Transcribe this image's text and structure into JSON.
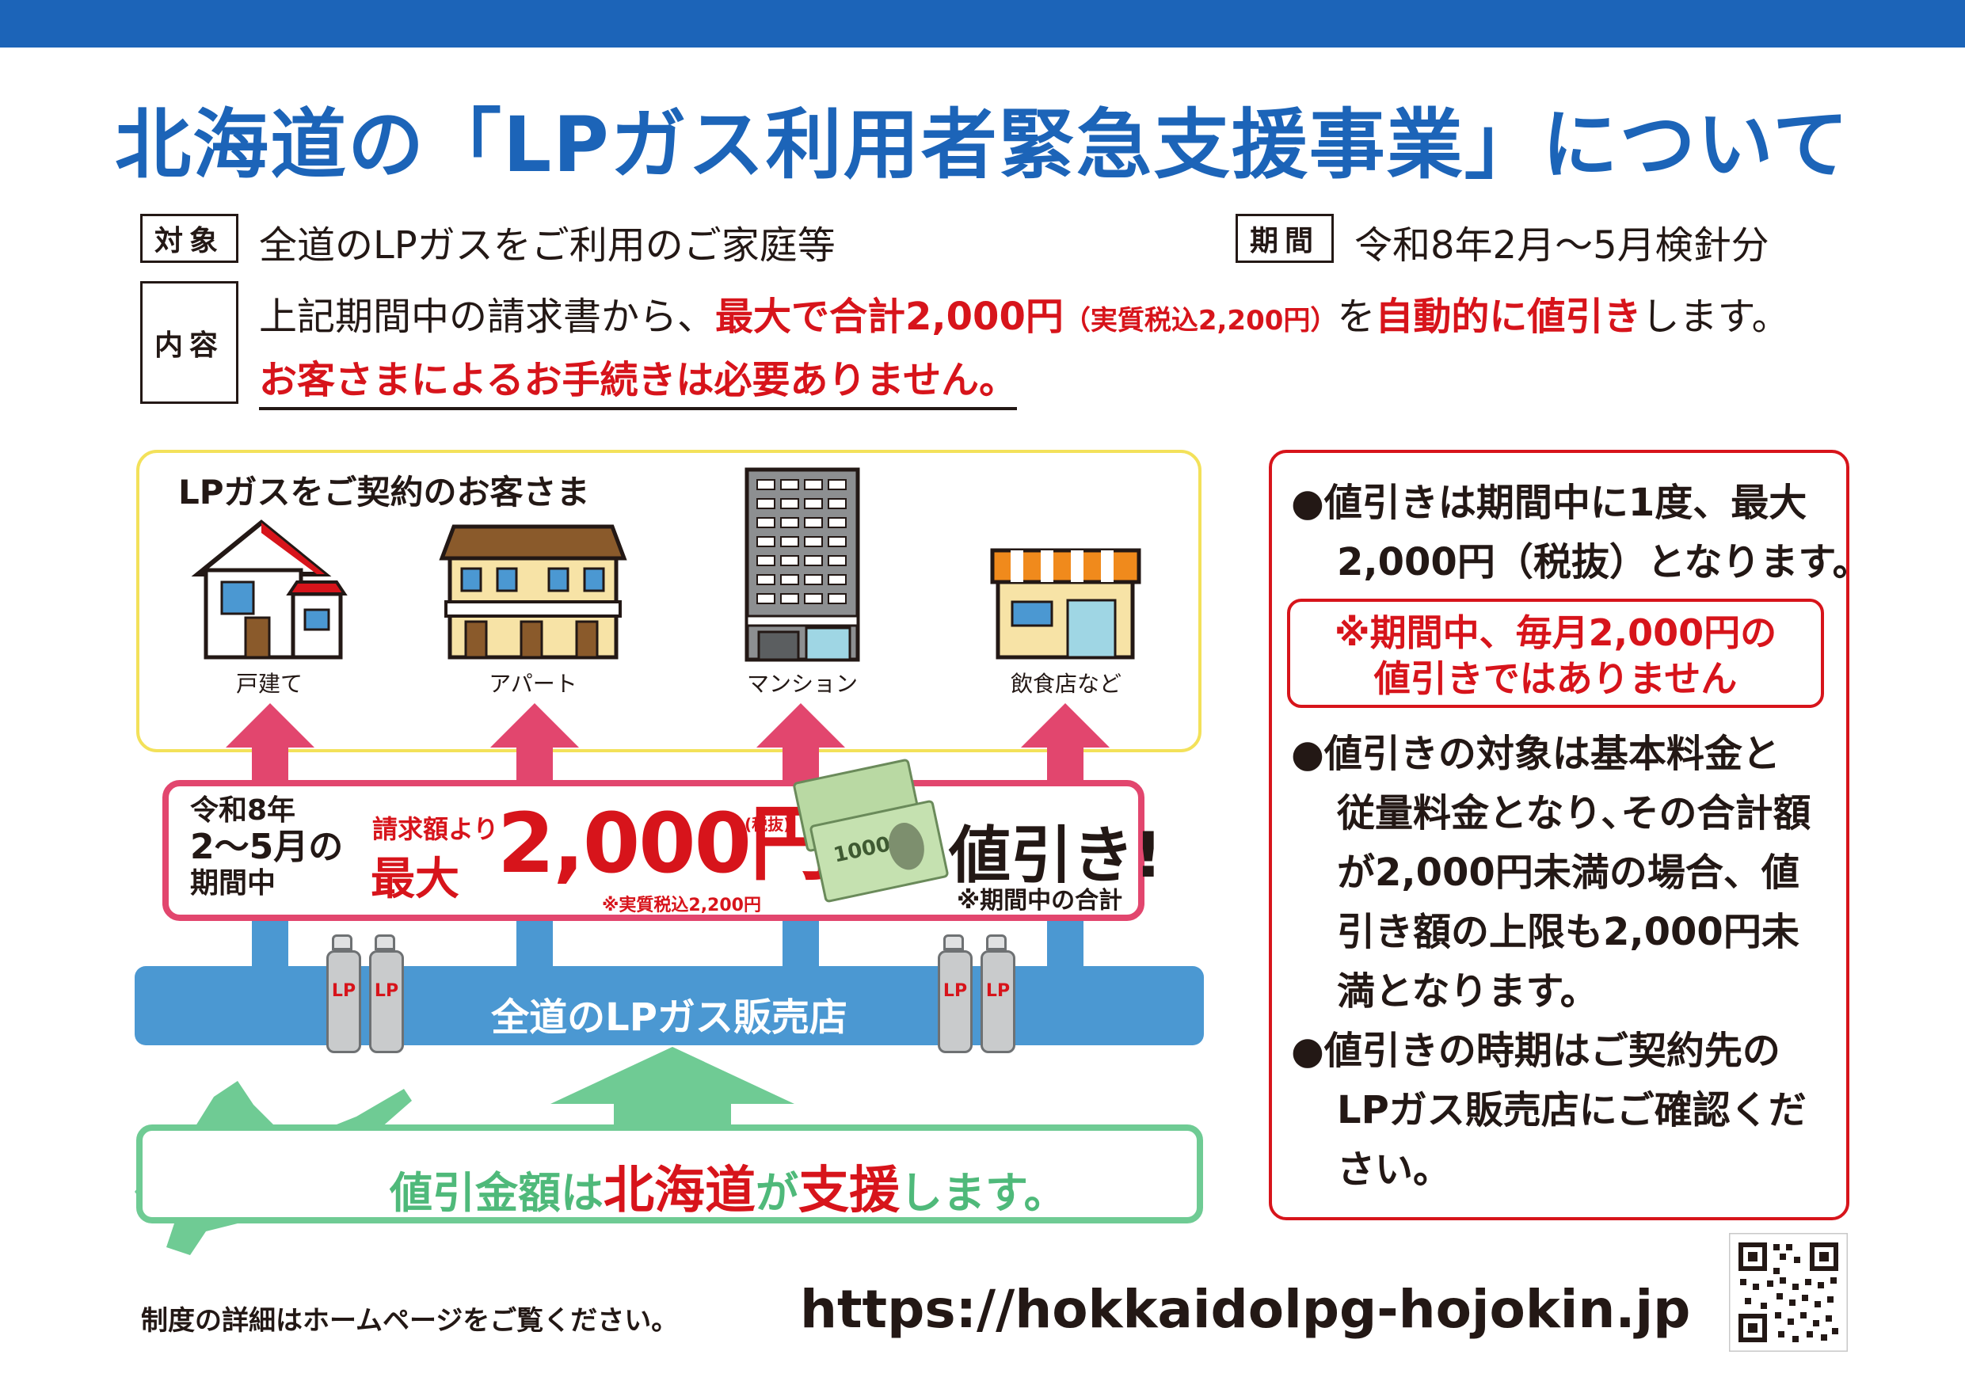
{
  "title": "北海道の「LPガス利用者緊急支援事業」について",
  "header": {
    "target_label": "対象",
    "target_text": "全道のLPガスをご利用のご家庭等",
    "period_label": "期間",
    "period_text": "令和8年2月～5月検針分",
    "content_label": "内容",
    "content_line1_a": "上記期間中の請求書から、",
    "content_line1_b": "最大で合計2,000円",
    "content_line1_c": "（実質税込2,200円）",
    "content_line1_d": "を",
    "content_line1_e": "自動的に値引き",
    "content_line1_f": "します。",
    "content_line2": "お客さまによるお手続きは必要ありません。"
  },
  "diagram": {
    "customers_title": "LPガスをご契約のお客さま",
    "buildings": [
      "戸建て",
      "アパート",
      "マンション",
      "飲食店など"
    ],
    "period_lines": [
      "令和8年",
      "2～5月の",
      "期間中"
    ],
    "billing_label": "請求額より",
    "max_label": "最大",
    "amount": "2,000円",
    "tax_note": "(税抜)",
    "tax_incl": "※実質税込2,200円",
    "discount": "値引き!",
    "total_note": "※期間中の合計",
    "banknote_text": "1000",
    "dealers": "全道のLPガス販売店",
    "cylinder_label": "LP",
    "support_a": "値引金額は",
    "support_b": "北海道",
    "support_c": "が",
    "support_d": "支援",
    "support_e": "します。"
  },
  "side": {
    "bullet1": [
      "●値引きは期間中に1度、最大",
      "2,000円（税抜）となります。"
    ],
    "notice": [
      "※期間中、毎月2,000円の",
      "値引きではありません"
    ],
    "bullet2": [
      "●値引きの対象は基本料金と",
      "従量料金となり､その合計額",
      "が2,000円未満の場合、値",
      "引き額の上限も2,000円未",
      "満となります。"
    ],
    "bullet3": [
      "●値引きの時期はご契約先の",
      "LPガス販売店にご確認くだ",
      "さい。"
    ]
  },
  "footer": {
    "note": "制度の詳細はホームページをご覧ください。",
    "url": "https://hokkaidolpg-hojokin.jp"
  },
  "colors": {
    "blue": "#1c64b8",
    "red": "#d7141b",
    "pink": "#e2466e",
    "green": "#6fcb94",
    "yellow": "#f3e15a",
    "light_blue": "#4b98d2"
  }
}
